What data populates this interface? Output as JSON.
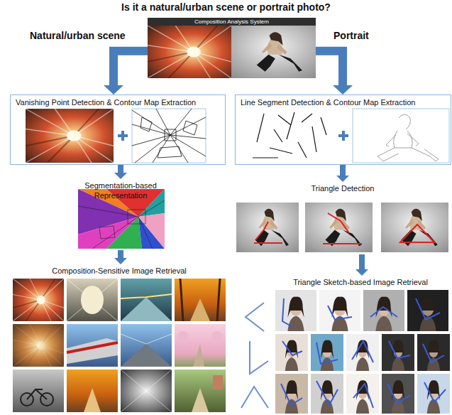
{
  "diagram": {
    "title": "Is it a natural/urban scene or portrait photo?",
    "nodes": [
      {
        "text": [
          "Composition Analysis System"
        ]
      },
      {
        "text": [
          "Vanishing Point Detection & Contour Map Extraction"
        ]
      },
      {
        "text": [
          "Line Segment Detection & Contour Map Extraction"
        ]
      },
      {
        "text": [
          "Segmentation-based Representation"
        ]
      },
      {
        "text": [
          "Triangle Detection"
        ]
      },
      {
        "text": [
          "Composition-Sensitive Image Retrieval"
        ]
      },
      {
        "text": [
          "Triangle Sketch-based Image Retrieval"
        ]
      }
    ],
    "edges": [
      {
        "from": 0,
        "to": 1,
        "arrow": "to",
        "label": "Natural/urban scene"
      },
      {
        "from": 0,
        "to": 2,
        "arrow": "to",
        "label": "Portrait"
      },
      {
        "from": 1,
        "to": 3,
        "arrow": "to"
      },
      {
        "from": 3,
        "to": 5,
        "arrow": "to"
      },
      {
        "from": 2,
        "to": 4,
        "arrow": "to"
      },
      {
        "from": 4,
        "to": 6,
        "arrow": "to"
      }
    ]
  }
}
